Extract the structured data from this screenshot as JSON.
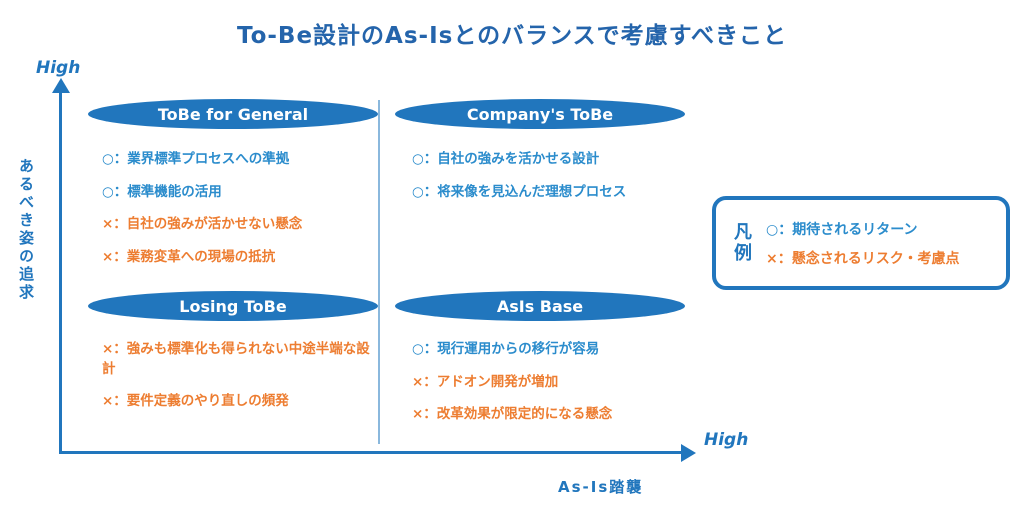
{
  "title": "To-Be設計のAs-Isとのバランスで考慮すべきこと",
  "axes": {
    "y_high": "High",
    "y_label": "あるべき姿の追求",
    "x_high": "High",
    "x_label": "As-Is踏襲"
  },
  "quadrants": [
    {
      "name": "ToBe for General",
      "items": [
        {
          "t": "○：業界標準プロセスへの準拠",
          "k": "good"
        },
        {
          "t": "○：標準機能の活用",
          "k": "good"
        },
        {
          "t": "×：自社の強みが活かせない懸念",
          "k": "risk"
        },
        {
          "t": "×：業務変革への現場の抵抗",
          "k": "risk"
        }
      ]
    },
    {
      "name": "Company's ToBe",
      "items": [
        {
          "t": "○：自社の強みを活かせる設計",
          "k": "good"
        },
        {
          "t": "○：将来像を見込んだ理想プロセス",
          "k": "good"
        }
      ]
    },
    {
      "name": "Losing ToBe",
      "items": [
        {
          "t": "×：強みも標準化も得られない中途半端な設計",
          "k": "risk"
        },
        {
          "t": "×：要件定義のやり直しの頻発",
          "k": "risk"
        }
      ]
    },
    {
      "name": "AsIs Base",
      "items": [
        {
          "t": "○：現行運用からの移行が容易",
          "k": "good"
        },
        {
          "t": "×：アドオン開発が増加",
          "k": "risk"
        },
        {
          "t": "×：改革効果が限定的になる懸念",
          "k": "risk"
        }
      ]
    }
  ],
  "legend": {
    "label": "凡例",
    "items": [
      {
        "t": "○：期待されるリターン",
        "k": "good"
      },
      {
        "t": "×：懸念されるリスク・考慮点",
        "k": "risk"
      }
    ]
  },
  "colors": {
    "blue": "#2176bd",
    "light_blue_text": "#2b8ccc",
    "orange": "#ed7d31",
    "title_blue": "#2464ab"
  }
}
